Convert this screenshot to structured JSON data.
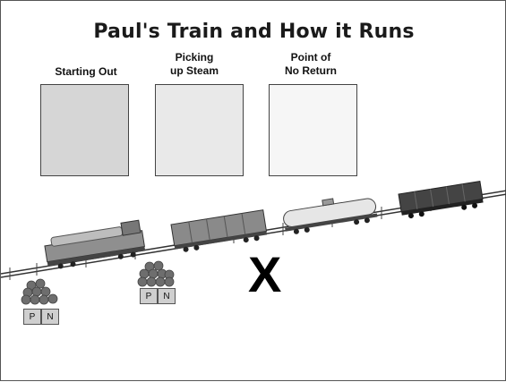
{
  "title": "Paul's Train and How it Runs",
  "stages": [
    {
      "label_line1": "Starting Out",
      "label_line2": ""
    },
    {
      "label_line1": "Picking",
      "label_line2": "up Steam"
    },
    {
      "label_line1": "Point of",
      "label_line2": "No Return"
    }
  ],
  "stage_colors": [
    "#d6d6d6",
    "#e9e9e9",
    "#f6f6f6"
  ],
  "marker": "X",
  "token_stacks": [
    {
      "left": "P",
      "right": "N"
    },
    {
      "left": "P",
      "right": "N"
    }
  ]
}
